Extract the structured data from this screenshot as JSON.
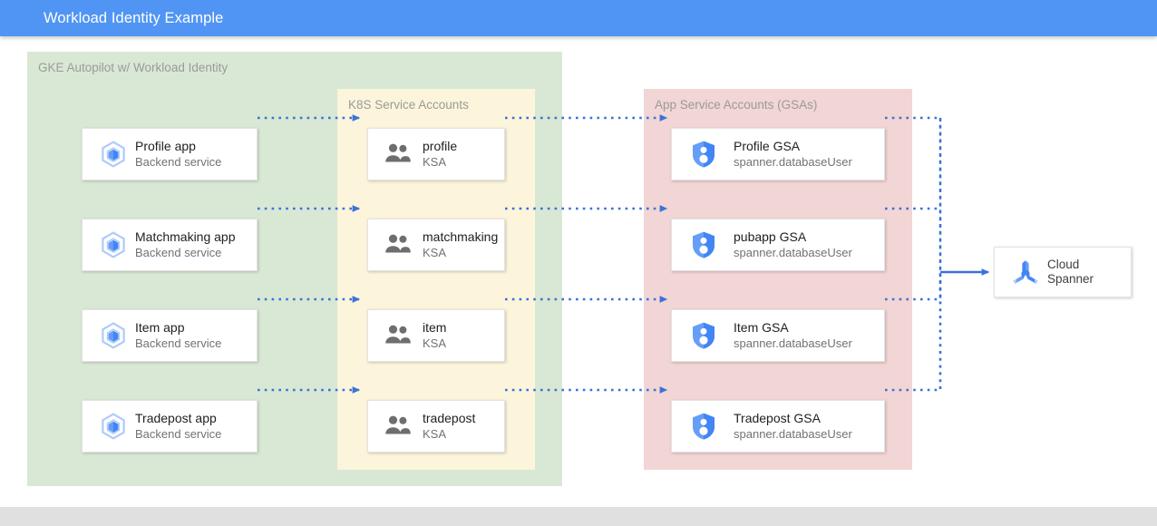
{
  "window": {
    "title": "Workload Identity Example",
    "title_bar_color": "#5095f3",
    "status_bar_color": "#e0e0e0"
  },
  "diagram": {
    "groups": [
      {
        "name": "gke",
        "label": "GKE Autopilot w/ Workload Identity",
        "color": "#d9e8d4"
      },
      {
        "name": "ksa",
        "label": "K8S Service Accounts",
        "color": "#fcf5db"
      },
      {
        "name": "gsa",
        "label": "App Service Accounts (GSAs)",
        "color": "#f2d5d5"
      }
    ],
    "apps": [
      {
        "title": "Profile app",
        "subtitle": "Backend service",
        "icon": "gke-cube-icon"
      },
      {
        "title": "Matchmaking app",
        "subtitle": "Backend service",
        "icon": "gke-cube-icon"
      },
      {
        "title": "Item app",
        "subtitle": "Backend service",
        "icon": "gke-cube-icon"
      },
      {
        "title": "Tradepost app",
        "subtitle": "Backend service",
        "icon": "gke-cube-icon"
      }
    ],
    "ksas": [
      {
        "title": "profile",
        "subtitle": "KSA",
        "icon": "people-icon"
      },
      {
        "title": "matchmaking",
        "subtitle": "KSA",
        "icon": "people-icon"
      },
      {
        "title": "item",
        "subtitle": "KSA",
        "icon": "people-icon"
      },
      {
        "title": "tradepost",
        "subtitle": "KSA",
        "icon": "people-icon"
      }
    ],
    "gsas": [
      {
        "title": "Profile GSA",
        "subtitle": "spanner.databaseUser",
        "icon": "shield-person-icon"
      },
      {
        "title": "pubapp GSA",
        "subtitle": "spanner.databaseUser",
        "icon": "shield-person-icon"
      },
      {
        "title": "Item GSA",
        "subtitle": "spanner.databaseUser",
        "icon": "shield-person-icon"
      },
      {
        "title": "Tradepost GSA",
        "subtitle": "spanner.databaseUser",
        "icon": "shield-person-icon"
      }
    ],
    "database": {
      "title_line1": "Cloud",
      "title_line2": "Spanner",
      "icon": "cloud-spanner-icon"
    },
    "edge_color": "#3a72d8",
    "edge_style_binding": "dotted",
    "edge_style_database": "solid"
  }
}
